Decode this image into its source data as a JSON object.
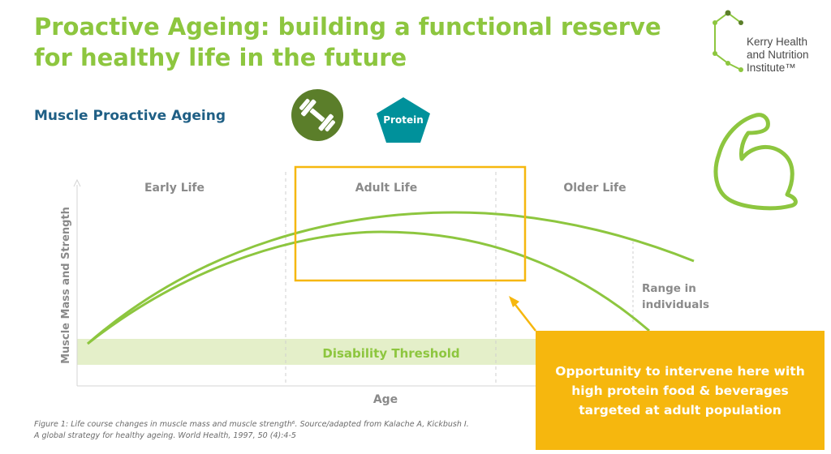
{
  "slide": {
    "title": "Proactive Ageing: building a functional reserve for healthy life in the future",
    "subtitle": "Muscle Proactive Ageing",
    "logo_lines": [
      "Kerry Health",
      "and Nutrition",
      "Institute™"
    ],
    "icons": {
      "dumbbell": "dumbbell-icon",
      "protein": "protein-pentagon-icon",
      "arm": "flexed-arm-icon"
    },
    "protein_label": "Protein",
    "opportunity_text": "Opportunity to intervene here with high protein food & beverages targeted at adult population",
    "caption_line1": "Figure 1: Life course changes in muscle mass and muscle strength⁶. Source/adapted from Kalache A, Kickbush I.",
    "caption_line2": "A global strategy for healthy ageing. World Health, 1997, 50 (4):4-5",
    "colors": {
      "green": "#8dc63f",
      "dark_green": "#5b7e2a",
      "teal": "#00919b",
      "navy": "#1f5f85",
      "yellow": "#f6b70e",
      "threshold_band": "#e4efc9"
    }
  },
  "chart_data": {
    "type": "diagram",
    "ylabel": "Muscle Mass and Strength",
    "xlabel": "Age",
    "phases": [
      "Early Life",
      "Adult Life",
      "Older Life"
    ],
    "threshold_label": "Disability Threshold",
    "range_label_lines": [
      "Range in",
      "individuals"
    ]
  }
}
